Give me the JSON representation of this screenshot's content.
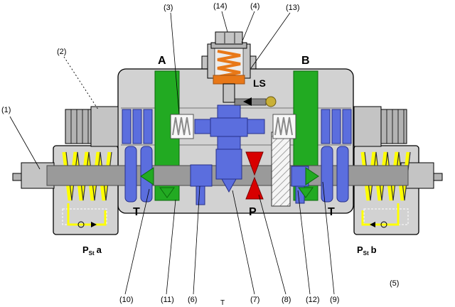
{
  "colors": {
    "housing": "#d2d2d2",
    "fitting": "#c4c4c4",
    "rod_gray": "#9a9a9a",
    "green_channel": "#22aa22",
    "blue_component": "#5b6ede",
    "orange_spring": "#e87818",
    "yellow_spring": "#ffff00",
    "red_component": "#d80000",
    "ls_ball": "#c9b037",
    "hatch_line": "#888888"
  },
  "callouts": {
    "c1": "(1)",
    "c2": "(2)",
    "c3": "(3)",
    "c4": "(4)",
    "c5": "(5)",
    "c6": "(6)",
    "c7": "(7)",
    "c8": "(8)",
    "c9": "(9)",
    "c10": "(10)",
    "c11": "(11)",
    "c12": "(12)",
    "c13": "(13)",
    "c14": "(14)"
  },
  "ports": {
    "a": "A",
    "b": "B",
    "p": "P",
    "t_left": "T",
    "t_right": "T",
    "t_bottom": "T",
    "ls": "LS"
  },
  "pilot_ports": {
    "a": {
      "main": "P",
      "sub": "St",
      "suffix": "a"
    },
    "b": {
      "main": "P",
      "sub": "St",
      "suffix": "b"
    }
  }
}
